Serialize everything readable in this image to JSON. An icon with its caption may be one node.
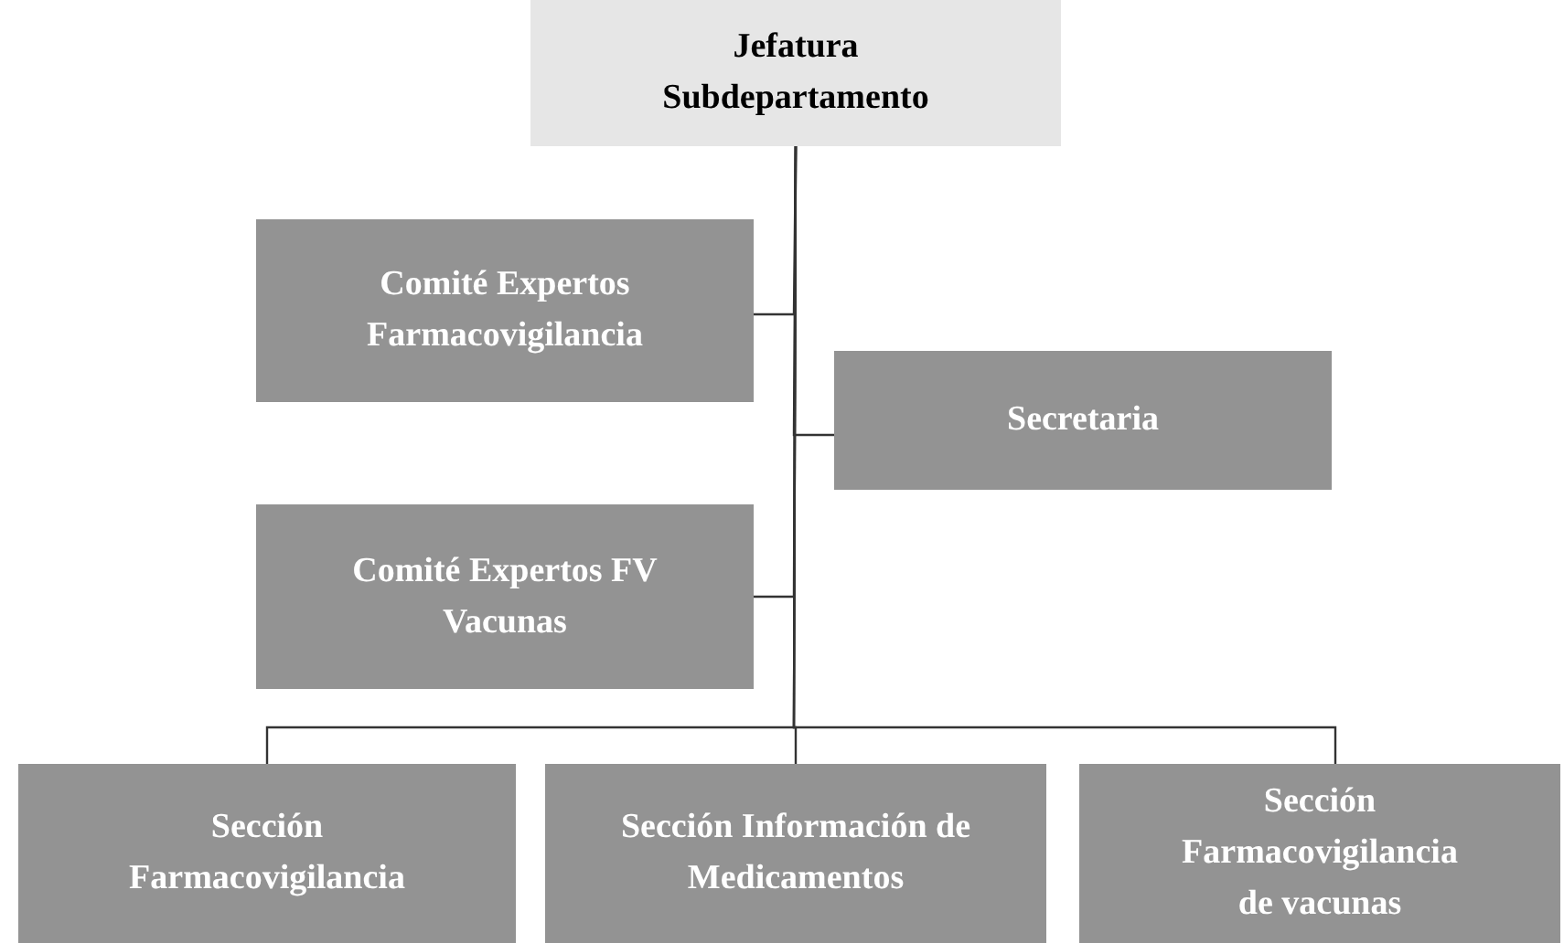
{
  "diagram": {
    "nodes": [
      {
        "text": [
          "Jefatura",
          "Subdepartamento"
        ]
      },
      {
        "text": [
          "Comité Expertos Farmacovigilancia"
        ]
      },
      {
        "text": [
          "Secretaria"
        ]
      },
      {
        "text": [
          "Comité Expertos FV Vacunas"
        ]
      },
      {
        "text": [
          "Sección Farmacovigilancia"
        ]
      },
      {
        "text": [
          "Sección Información de Medicamentos"
        ]
      },
      {
        "text": [
          "Sección Farmacovigilancia de vacunas"
        ]
      }
    ],
    "edges": [
      {
        "from": 0,
        "to": 1,
        "arrow": "none"
      },
      {
        "from": 0,
        "to": 2,
        "arrow": "none"
      },
      {
        "from": 0,
        "to": 3,
        "arrow": "none"
      },
      {
        "from": 0,
        "to": 4,
        "arrow": "none"
      },
      {
        "from": 0,
        "to": 5,
        "arrow": "none"
      },
      {
        "from": 0,
        "to": 6,
        "arrow": "none"
      }
    ]
  }
}
